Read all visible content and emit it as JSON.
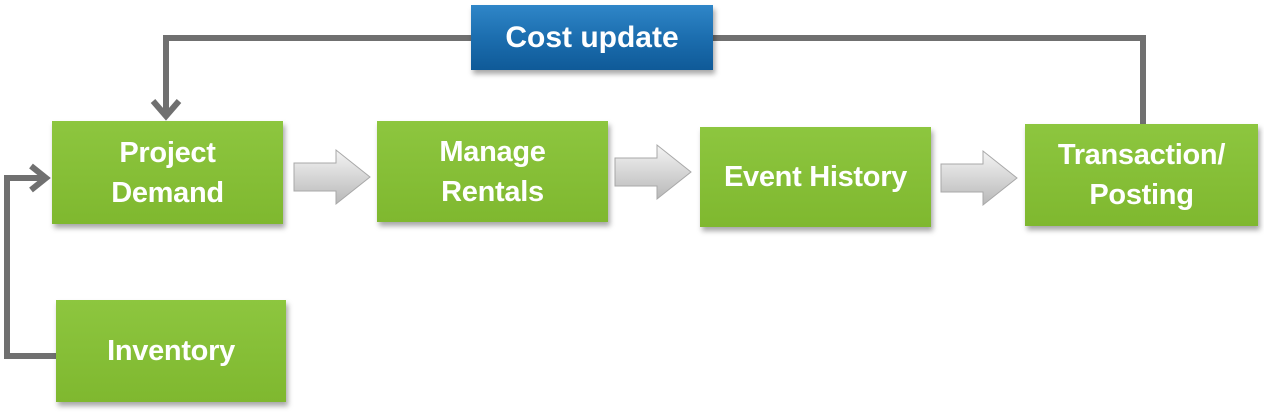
{
  "diagram": {
    "feedback_label": "Cost update",
    "nodes": [
      {
        "id": "project-demand",
        "label": "Project\nDemand"
      },
      {
        "id": "manage-rentals",
        "label": "Manage\nRentals"
      },
      {
        "id": "event-history",
        "label": "Event History"
      },
      {
        "id": "transaction-posting",
        "label": "Transaction/\nPosting"
      },
      {
        "id": "inventory",
        "label": "Inventory"
      }
    ],
    "edges": [
      {
        "from": "project-demand",
        "to": "manage-rentals"
      },
      {
        "from": "manage-rentals",
        "to": "event-history"
      },
      {
        "from": "event-history",
        "to": "transaction-posting"
      },
      {
        "from": "transaction-posting",
        "to": "project-demand",
        "label": "Cost update"
      },
      {
        "from": "inventory",
        "to": "project-demand"
      }
    ],
    "colors": {
      "node_fill": "#8dc63f",
      "node_text": "#ffffff",
      "feedback_fill": "#1c6eaf",
      "connector": "#707070",
      "flow_arrow": "#d9d9d9"
    }
  }
}
